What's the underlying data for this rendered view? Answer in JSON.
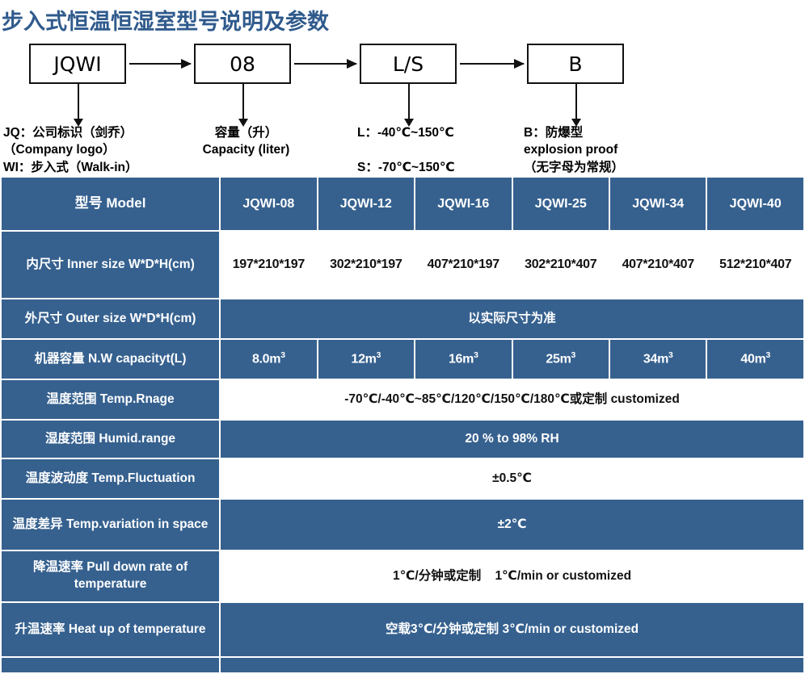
{
  "title": "步入式恒温恒湿室型号说明及参数",
  "diagram": {
    "boxes": [
      {
        "label": "JQWI"
      },
      {
        "label": "08"
      },
      {
        "label": "L/S"
      },
      {
        "label": "B"
      }
    ],
    "legends": [
      {
        "text": "JQ：公司标识（剑乔）\n（Company logo）\nWI：步入式（Walk-in）"
      },
      {
        "text": "容量（升）\nCapacity (liter)"
      },
      {
        "text": "L：-40℃~150℃\n\nS：-70℃~150℃"
      },
      {
        "text": "B：防爆型\nexplosion proof\n（无字母为常规）"
      }
    ]
  },
  "table": {
    "header": {
      "label": "型号 Model",
      "models": [
        "JQWI-08",
        "JQWI-12",
        "JQWI-16",
        "JQWI-25",
        "JQWI-34",
        "JQWI-40"
      ]
    },
    "rows": [
      {
        "label": "内尺寸 Inner size W*D*H(cm)",
        "style": "white",
        "cells": [
          "197*210*197",
          "302*210*197",
          "407*210*197",
          "302*210*407",
          "407*210*407",
          "512*210*407"
        ]
      },
      {
        "label": "外尺寸 Outer size W*D*H(cm)",
        "style": "blue",
        "span": "以实际尺寸为准"
      },
      {
        "label": "机器容量 N.W capacityt(L)",
        "style": "blue",
        "cells": [
          "8.0m³",
          "12m³",
          "16m³",
          "25m³",
          "34m³",
          "40m³"
        ]
      },
      {
        "label": "温度范围 Temp.Rnage",
        "style": "white",
        "span": "-70℃/-40℃~85℃/120℃/150℃/180℃或定制 customized"
      },
      {
        "label": "湿度范围 Humid.range",
        "style": "blue",
        "span": "20 % to 98% RH"
      },
      {
        "label": "温度波动度 Temp.Fluctuation",
        "style": "white",
        "span": "±0.5℃"
      },
      {
        "label": "温度差异 Temp.variation in space",
        "style": "blue",
        "span": "±2℃"
      },
      {
        "label": "降温速率 Pull down rate of temperature",
        "style": "white",
        "span": "1℃/分钟或定制    1℃/min or customized"
      },
      {
        "label": "升温速率 Heat up of temperature",
        "style": "blue",
        "span": "空载3℃/分钟或定制 3℃/min or customized"
      },
      {
        "label": "",
        "style": "blue",
        "span": ""
      }
    ]
  }
}
